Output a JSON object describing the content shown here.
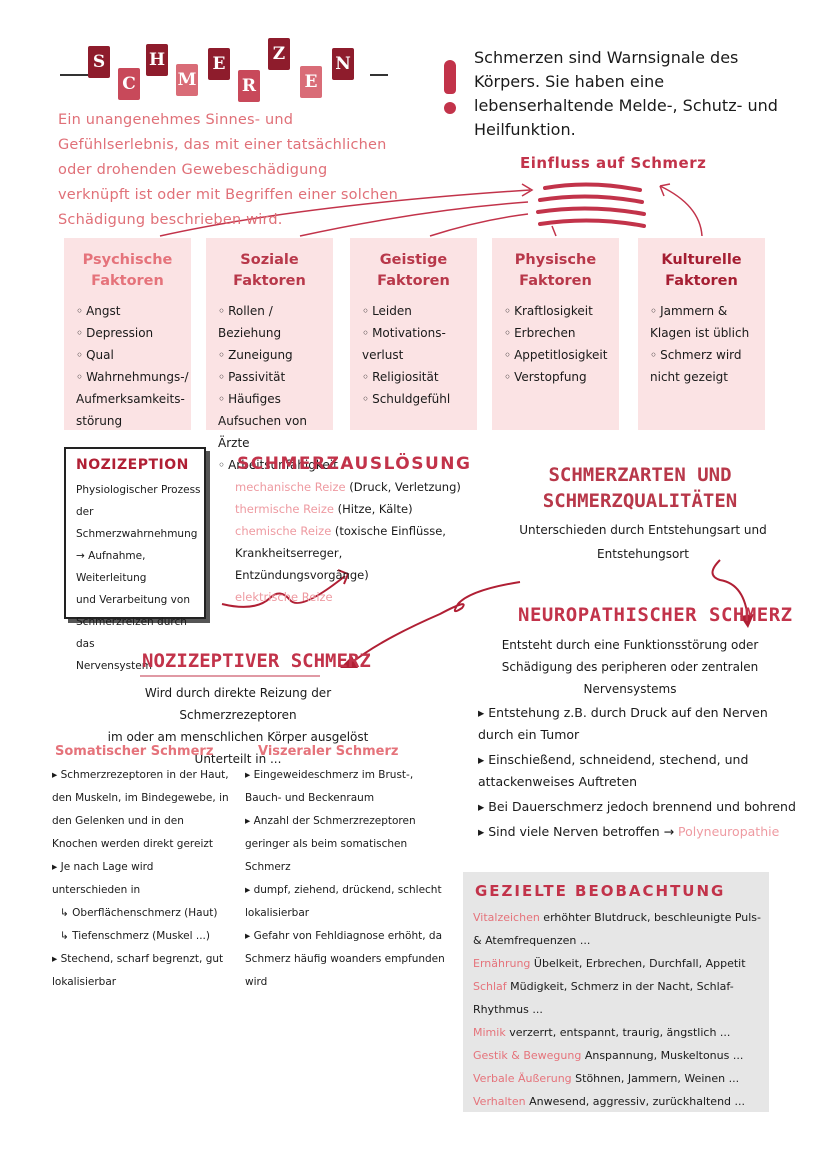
{
  "title": {
    "letters": [
      "S",
      "C",
      "H",
      "M",
      "E",
      "R",
      "Z",
      "E",
      "N"
    ]
  },
  "intro": "Ein unangenehmes Sinnes- und Gefühlserlebnis, das mit einer tatsächlichen oder drohenden Gewebeschädigung verknüpft ist oder mit Begriffen einer solchen Schädigung beschrieben wird.",
  "warning": "Schmerzen sind Warnsignale des Körpers. Sie haben eine lebenserhaltende Melde-, Schutz- und Heilfunktion.",
  "einfluss": "Einfluss auf Schmerz",
  "factors": [
    {
      "title": "Psychische Faktoren",
      "items": [
        "Angst",
        "Depression",
        "Qual",
        "Wahrnehmungs-/ Aufmerksamkeits-störung"
      ]
    },
    {
      "title": "Soziale Faktoren",
      "items": [
        "Rollen / Beziehung",
        "Zuneigung",
        "Passivität",
        "Häufiges Aufsuchen von Ärzte",
        "Arbeitsunfähigkeit"
      ]
    },
    {
      "title": "Geistige Faktoren",
      "items": [
        "Leiden",
        "Motivations-verlust",
        "Religiosität",
        "Schuldgefühl"
      ]
    },
    {
      "title": "Physische Faktoren",
      "items": [
        "Kraftlosigkeit",
        "Erbrechen",
        "Appetitlosigkeit",
        "Verstopfung"
      ]
    },
    {
      "title": "Kulturelle Faktoren",
      "items": [
        "Jammern & Klagen ist üblich",
        "Schmerz wird nicht gezeigt"
      ]
    }
  ],
  "nozizeption": {
    "title": "NOZIZEPTION",
    "lines": [
      "Physiologischer Prozess",
      "der Schmerzwahrnehmung",
      "→ Aufnahme, Weiterleitung",
      "und Verarbeitung von",
      "Schmerzreizen durch das",
      "Nervensystem"
    ]
  },
  "ausloesung": {
    "title": "SCHMERZAUSLÖSUNG",
    "mech_k": "mechanische Reize",
    "mech_v": " (Druck, Verletzung)",
    "therm_k": "thermische Reize",
    "therm_v": " (Hitze, Kälte)",
    "chem_k": "chemische Reize",
    "chem_v": " (toxische Einflüsse,",
    "chem_v2": "Krankheitserreger, Entzündungsvorgänge)",
    "elek": "elektrische Reize"
  },
  "arten": {
    "title1": "SCHMERZARTEN UND",
    "title2": "SCHMERZQUALITÄTEN",
    "sub1": "Unterschieden durch Entstehungsart und",
    "sub2": "Entstehungsort"
  },
  "neuro": {
    "title": "NEUROPATHISCHER SCHMERZ",
    "sub1": "Entsteht durch eine Funktionsstörung oder",
    "sub2": "Schädigung des peripheren oder zentralen",
    "sub3": "Nervensystems",
    "b1": "Entstehung z.B. durch Druck auf den Nerven durch ein Tumor",
    "b2": "Einschießend, schneidend, stechend, und attackenweises Auftreten",
    "b3": "Bei Dauerschmerz jedoch brennend und bohrend",
    "b4": "Sind viele Nerven betroffen →",
    "b4k": " Polyneuropathie"
  },
  "nozi_schmerz": {
    "title": "NOZIZEPTIVER SCHMERZ",
    "sub1": "Wird durch direkte Reizung der Schmerzrezeptoren",
    "sub2": "im oder am menschlichen Körper ausgelöst",
    "sub3": "Unterteilt in ..."
  },
  "somatisch": {
    "title": "Somatischer Schmerz",
    "b1": "Schmerzrezeptoren in der Haut, den Muskeln, im Bindegewebe, in den Gelenken und in den Knochen werden direkt gereizt",
    "b2": "Je nach Lage wird unterschieden in",
    "s1": "↳ Oberflächenschmerz (Haut)",
    "s2": "↳ Tiefenschmerz (Muskel ...)",
    "b3": "Stechend, scharf begrenzt, gut lokalisierbar"
  },
  "viszeral": {
    "title": "Viszeraler Schmerz",
    "b1": "Eingeweideschmerz im Brust-, Bauch- und Beckenraum",
    "b2": "Anzahl der Schmerzrezeptoren geringer als beim somatischen Schmerz",
    "b3": "dumpf, ziehend, drückend, schlecht lokalisierbar",
    "b4": "Gefahr von Fehldiagnose erhöht, da Schmerz häufig woanders empfunden wird"
  },
  "beobachtung": {
    "title": "GEZIELTE BEOBACHTUNG",
    "rows": [
      {
        "k": "Vitalzeichen",
        "v": " erhöhter Blutdruck, beschleunigte Puls- & Atemfrequenzen ..."
      },
      {
        "k": "Ernährung",
        "v": " Übelkeit, Erbrechen, Durchfall, Appetit"
      },
      {
        "k": "Schlaf",
        "v": " Müdigkeit, Schmerz in der Nacht, Schlaf-Rhythmus ..."
      },
      {
        "k": "Mimik",
        "v": " verzerrt, entspannt, traurig, ängstlich ..."
      },
      {
        "k": "Gestik & Bewegung",
        "v": " Anspannung, Muskeltonus ..."
      },
      {
        "k": "Verbale Äußerung",
        "v": " Stöhnen, Jammern, Weinen ..."
      },
      {
        "k": "Verhalten",
        "v": " Anwesend, aggressiv, zurückhaltend ..."
      }
    ]
  },
  "colors": {
    "accent": "#c2334a",
    "pink": "#e5737b",
    "box": "#fbe3e4",
    "grey": "#e6e6e6"
  }
}
